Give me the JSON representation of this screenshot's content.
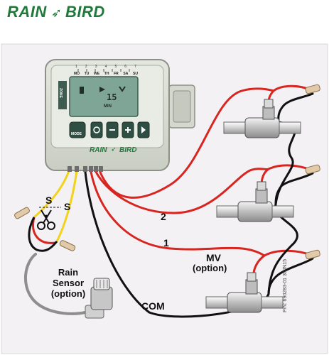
{
  "brand": {
    "left": "RAIN",
    "right": "BIRD",
    "color": "#1f7a3a"
  },
  "controller": {
    "days": [
      "MO",
      "TU",
      "WE",
      "TH",
      "FR",
      "SA",
      "SU"
    ],
    "day_numbers": [
      "1",
      "2",
      "3",
      "4",
      "5",
      "6",
      "7"
    ],
    "display_value": "15",
    "display_unit": "MIN",
    "side_label": "ZONE",
    "mode_label": "MODE",
    "logo_left": "RAIN",
    "logo_right": "BIRD"
  },
  "labels": {
    "wire_s1": "S",
    "wire_s2": "S",
    "zone_2": "2",
    "zone_1": "1",
    "mv": "MV",
    "mv_option": "(option)",
    "com": "COM",
    "rain_sensor_1": "Rain",
    "rain_sensor_2": "Sensor",
    "rain_sensor_3": "(option)"
  },
  "part_number": "P/N: 690283-01  30JN15",
  "colors": {
    "background": "#f3f1f4",
    "wire_red": "#d8251f",
    "wire_black": "#111111",
    "wire_yellow": "#f2d31b",
    "wire_gray": "#8e8e8e",
    "lcd": "#7fa596",
    "controller_body": "#d8dcd4"
  }
}
